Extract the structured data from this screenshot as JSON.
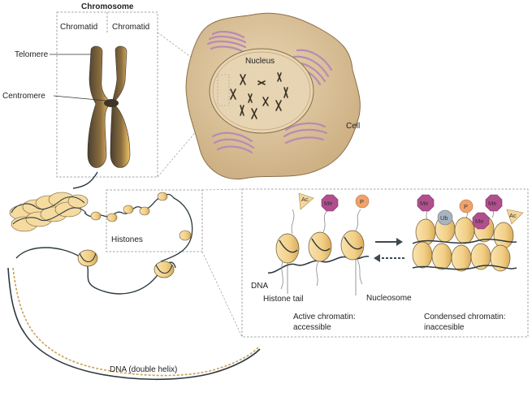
{
  "labels": {
    "chromosome": "Chromosome",
    "chromatid_left": "Chromatid",
    "chromatid_right": "Chromatid",
    "telomere": "Telomere",
    "centromere": "Centromere",
    "nucleus": "Nucleus",
    "cell": "Cell",
    "histones": "Histones",
    "dna": "DNA",
    "histone_tail": "Histone tail",
    "nucleosome": "Nucleosome",
    "active_line1": "Active chromatin:",
    "active_line2": "accessible",
    "condensed_line1": "Condensed chromatin:",
    "condensed_line2": "inaccesible",
    "dna_double_helix": "DNA (double helix)"
  },
  "marks": {
    "acetyl": "Ac",
    "methyl": "Me",
    "phospho": "P",
    "ubiquitin": "Ub"
  },
  "colors": {
    "cell_fill": "#d9c09a",
    "nucleus_fill": "#e7d4b2",
    "chromosome_light": "#f4c56a",
    "chromosome_dark": "#4f4433",
    "histone_fill": "#f6dba0",
    "dna_strand": "#2d3a40",
    "golgi": "#b98ab4",
    "methyl_mark": "#b14f8e",
    "phospho_mark": "#f0a26c",
    "acetyl_mark": "#f6d79a",
    "ubiquitin_mark": "#a8b4c0"
  }
}
